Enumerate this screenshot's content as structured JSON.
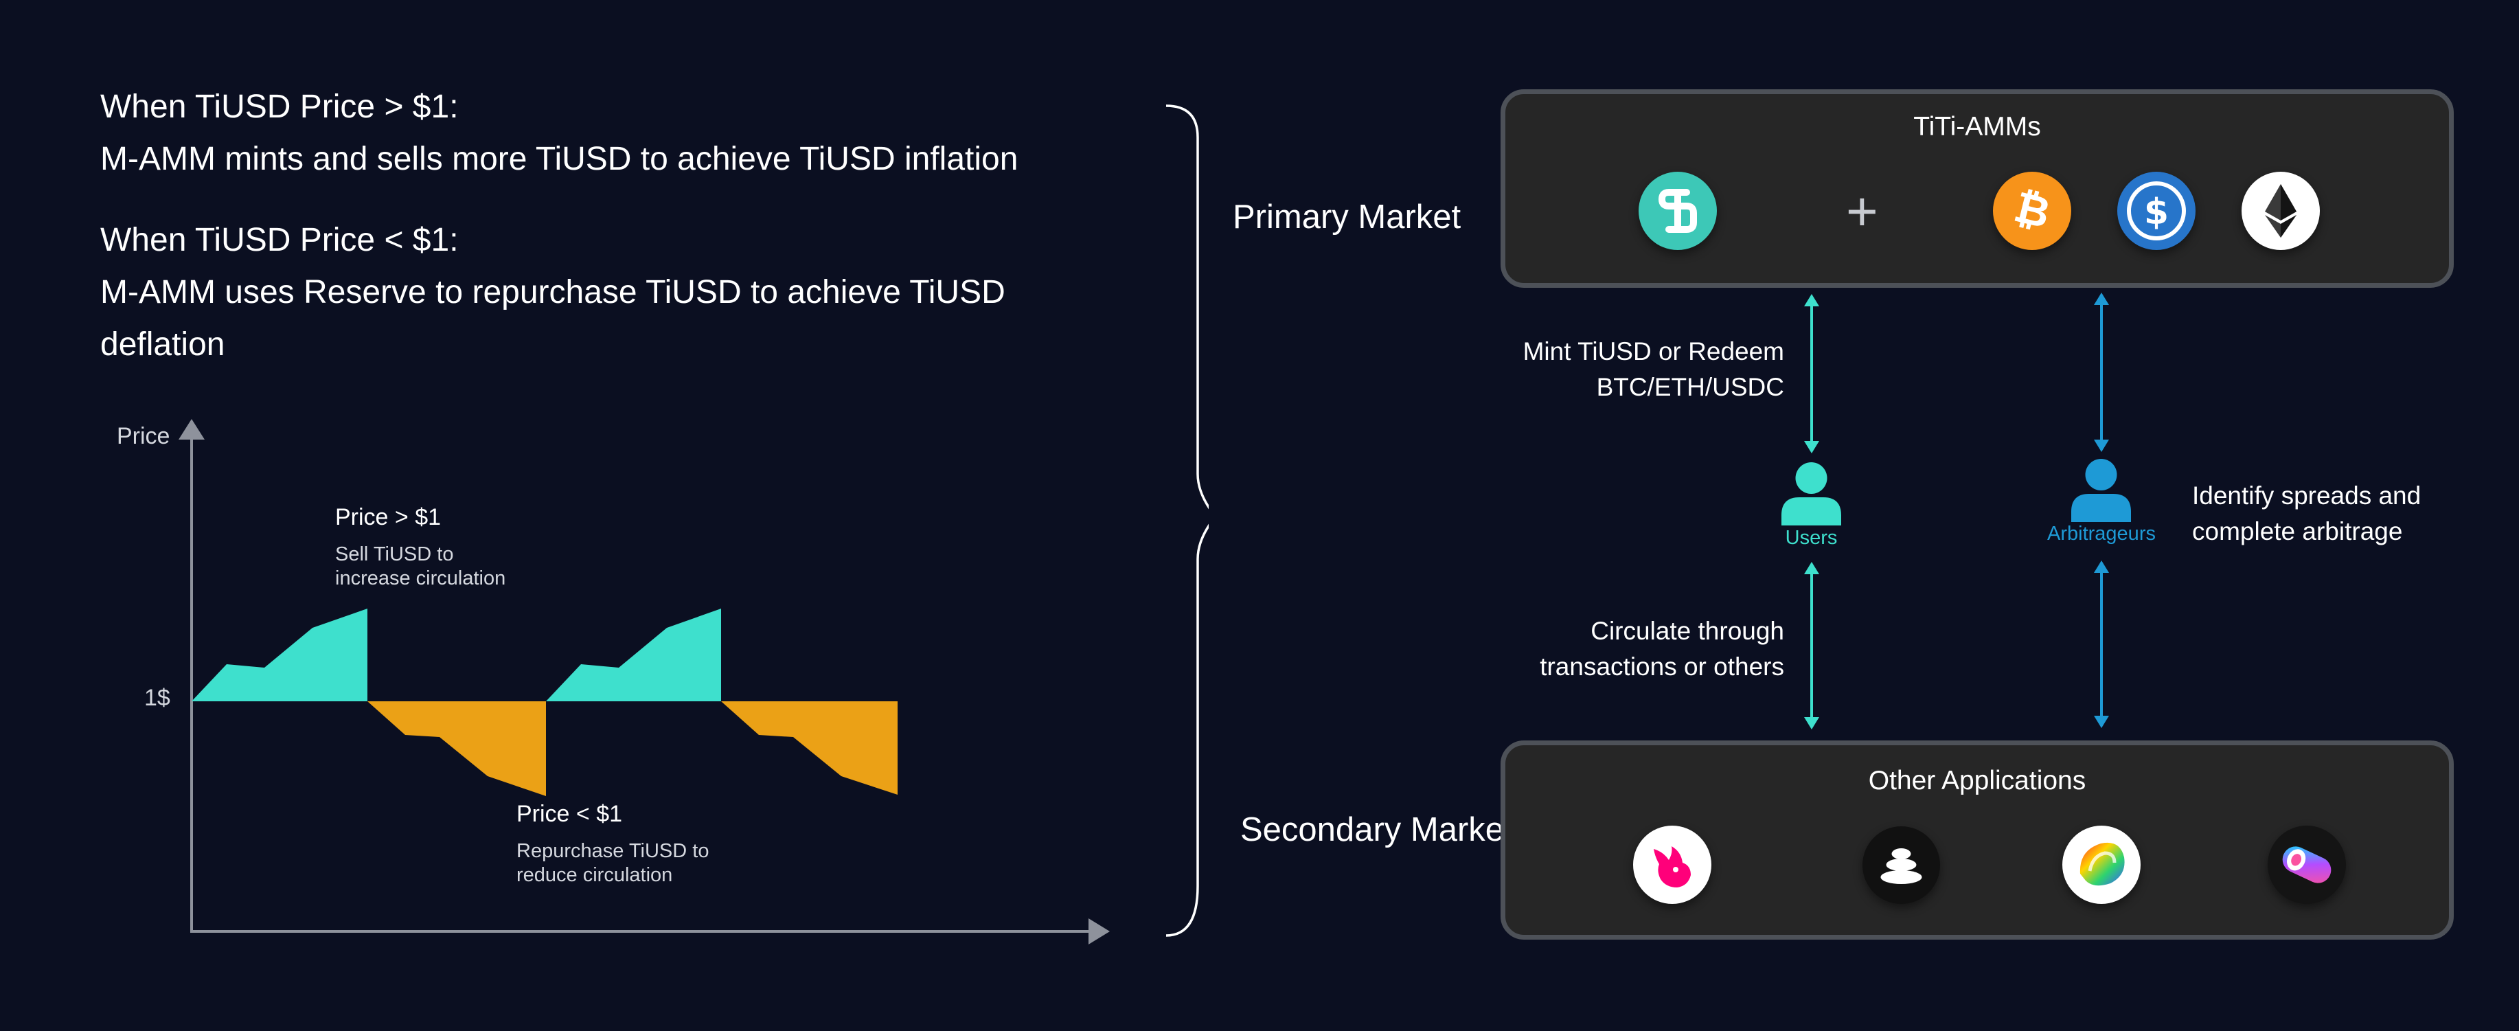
{
  "left": {
    "line1": "When TiUSD Price > $1:",
    "line2": "M-AMM mints and sells more TiUSD to achieve TiUSD inflation",
    "line3": "When TiUSD Price < $1:",
    "line4": "M-AMM uses Reserve to repurchase TiUSD to achieve TiUSD",
    "line5": "deflation"
  },
  "chart_data": {
    "type": "area",
    "ylabel": "Price",
    "baseline_label": "1$",
    "annotations": [
      {
        "title": "Price > $1",
        "desc_line1": "Sell TiUSD to",
        "desc_line2": "increase circulation"
      },
      {
        "title": "Price < $1",
        "desc_line1": "Repurchase TiUSD to",
        "desc_line2": "reduce circulation"
      }
    ],
    "series": [
      {
        "region": "above",
        "color": "#3ee0cd"
      },
      {
        "region": "below",
        "color": "#eba116"
      }
    ]
  },
  "markets": {
    "primary": "Primary Market",
    "secondary": "Secondary Market"
  },
  "titi_panel": {
    "title": "TiTi-AMMs",
    "plus": "+",
    "icons": [
      "titi-icon",
      "bitcoin-icon",
      "usdc-icon",
      "ethereum-icon"
    ]
  },
  "flow": {
    "mint_line1": "Mint TiUSD or Redeem",
    "mint_line2": "BTC/ETH/USDC",
    "circulate_line1": "Circulate through",
    "circulate_line2": "transactions or others",
    "users": "Users",
    "arbitrageurs": "Arbitrageurs",
    "identify_line1": "Identify spreads and",
    "identify_line2": "complete arbitrage"
  },
  "apps_panel": {
    "title": "Other Applications",
    "icons": [
      "uniswap-icon",
      "stack-icon",
      "curve-icon",
      "sushi-icon"
    ]
  },
  "colors": {
    "background": "#0b0f21",
    "teal": "#3ee0cd",
    "orange": "#eba116",
    "blue": "#1e9ad6",
    "panel_border": "#4d5158",
    "panel_fill": "#262626"
  }
}
